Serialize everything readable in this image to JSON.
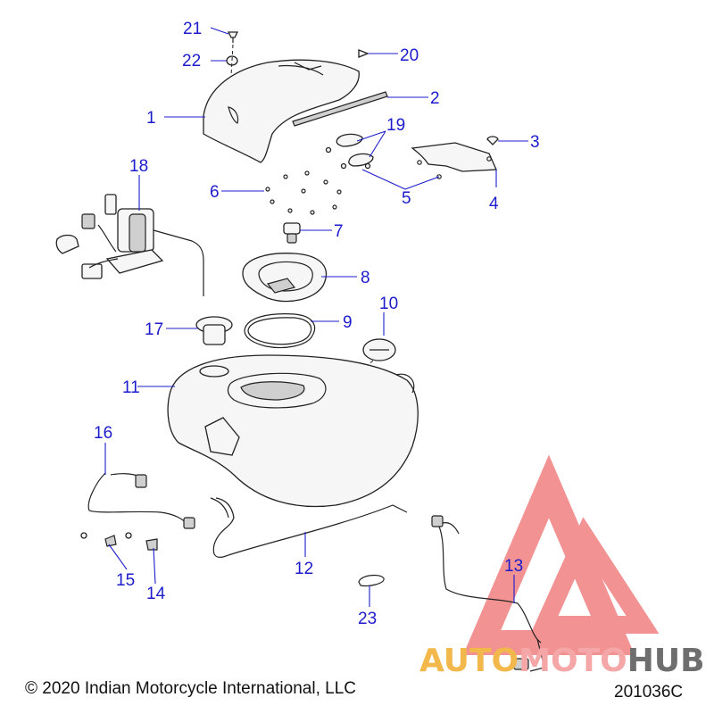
{
  "callouts": [
    {
      "id": "21",
      "text": "21"
    },
    {
      "id": "22",
      "text": "22"
    },
    {
      "id": "20",
      "text": "20"
    },
    {
      "id": "1",
      "text": "1"
    },
    {
      "id": "2",
      "text": "2"
    },
    {
      "id": "19",
      "text": "19"
    },
    {
      "id": "3",
      "text": "3"
    },
    {
      "id": "18",
      "text": "18"
    },
    {
      "id": "6",
      "text": "6"
    },
    {
      "id": "5",
      "text": "5"
    },
    {
      "id": "4",
      "text": "4"
    },
    {
      "id": "7",
      "text": "7"
    },
    {
      "id": "8",
      "text": "8"
    },
    {
      "id": "10",
      "text": "10"
    },
    {
      "id": "17",
      "text": "17"
    },
    {
      "id": "9",
      "text": "9"
    },
    {
      "id": "11",
      "text": "11"
    },
    {
      "id": "16",
      "text": "16"
    },
    {
      "id": "13",
      "text": "13"
    },
    {
      "id": "12",
      "text": "12"
    },
    {
      "id": "15",
      "text": "15"
    },
    {
      "id": "14",
      "text": "14"
    },
    {
      "id": "23",
      "text": "23"
    }
  ],
  "footer": {
    "copyright": "© 2020 Indian Motorcycle International, LLC",
    "diagram_id": "201036C"
  },
  "watermark": {
    "part1": "AUTO",
    "part2": "MOTO",
    "part3": "HUB",
    "color_triangle": "#f08080",
    "color_auto": "#f2b84b",
    "color_moto": "#f5a7a7",
    "color_hub": "#6e6e6e"
  },
  "colors": {
    "callout": "#1c1ccc",
    "line_art": "#222222"
  }
}
